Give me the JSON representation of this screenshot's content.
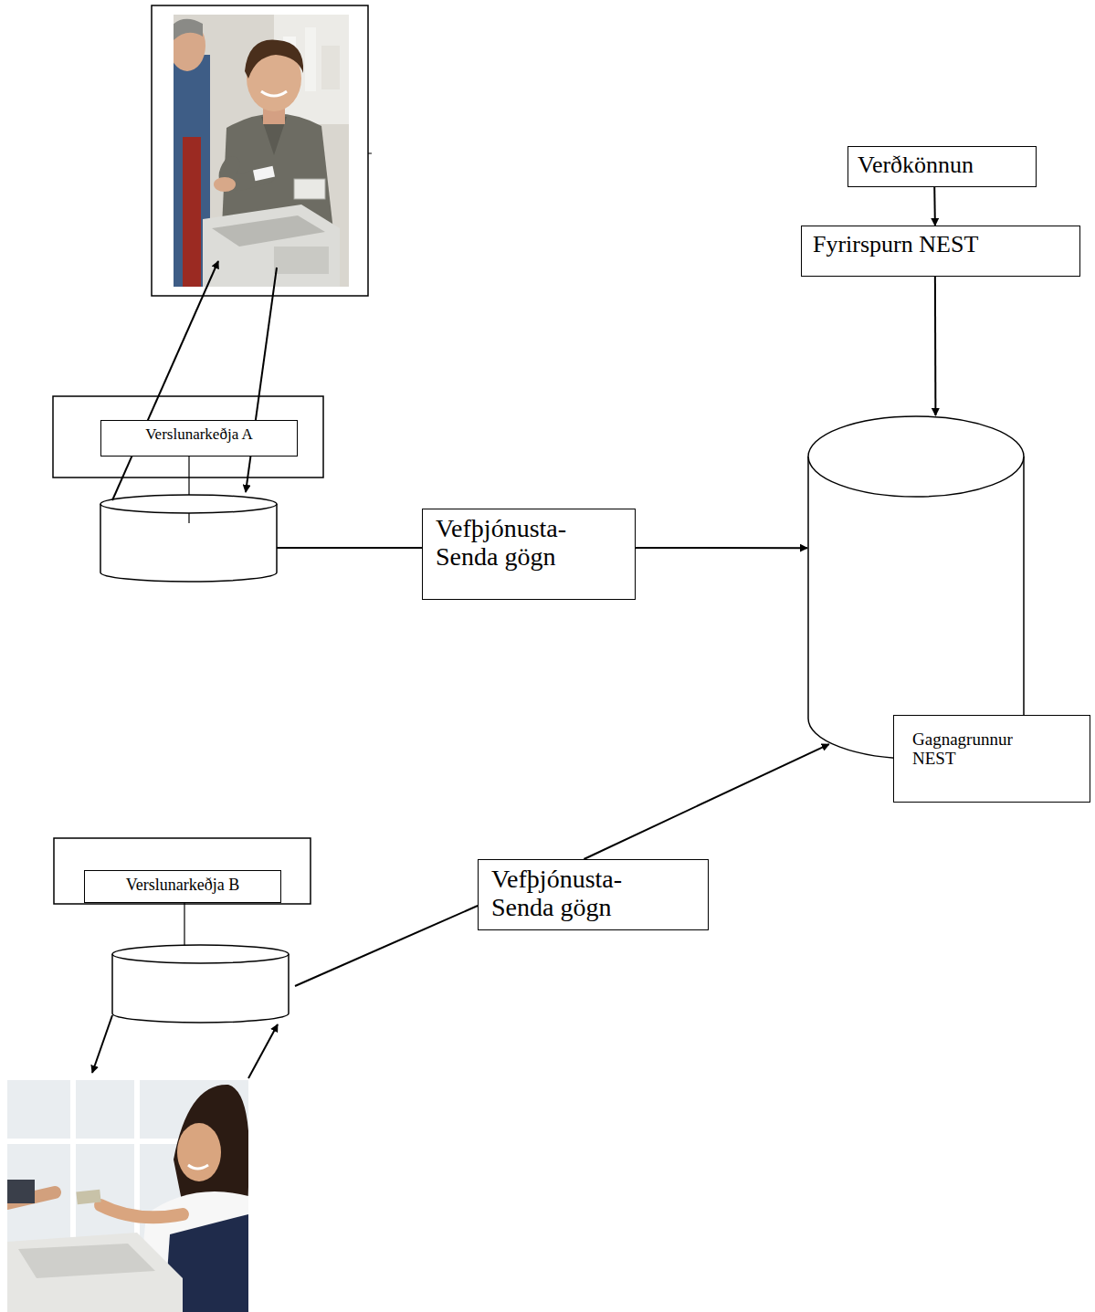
{
  "diagram": {
    "nodes": [
      {
        "text": [
          "Verðkönnun"
        ]
      },
      {
        "text": [
          "Fyrirspurn NEST"
        ]
      },
      {
        "text": [
          "Verslunarkeðja A"
        ]
      },
      {
        "text": [
          "Vefþjónusta- Senda gögn"
        ]
      },
      {
        "text": [
          "Gagnagrunnur NEST"
        ]
      },
      {
        "text": [
          "Verslunarkeðja B"
        ]
      },
      {
        "text": [
          "Vefþjónusta- Senda gögn"
        ]
      }
    ],
    "edges": [
      {
        "from": 0,
        "to": 1,
        "arrow": "to"
      },
      {
        "from": 1,
        "to": 4,
        "arrow": "to"
      },
      {
        "from": 3,
        "to": 4,
        "arrow": "to"
      },
      {
        "from": 6,
        "to": 4,
        "arrow": "to"
      }
    ]
  }
}
